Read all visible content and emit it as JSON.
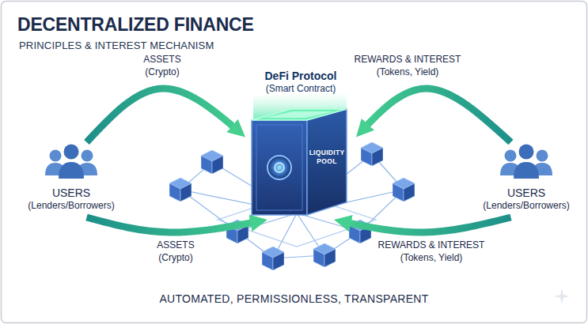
{
  "diagram": {
    "title": "DECENTRALIZED FINANCE",
    "caption": "AUTOMATED, PERMISSIONLESS, TRANSPARENT",
    "nodes": [
      {
        "text": [
          "USERS",
          "(Lenders/Borrowers)"
        ]
      },
      {
        "text": [
          "DeFi Protocol",
          "(Smart Contract)",
          "LIQUIDITY POOL"
        ]
      },
      {
        "text": [
          "USERS",
          "(Lenders/Borrowers)"
        ]
      }
    ],
    "edges": [
      {
        "from": 0,
        "to": 1,
        "label": "ASSETS (Crypto)",
        "arrow": "to"
      },
      {
        "from": 0,
        "to": 1,
        "label": "ASSETS (Crypto)",
        "arrow": "to"
      },
      {
        "from": 2,
        "to": 1,
        "label": "REWARDS & INTEREST (Tokens, Yield)",
        "arrow": "to"
      },
      {
        "from": 2,
        "to": 1,
        "label": "REWARDS & INTEREST (Tokens, Yield)",
        "arrow": "to"
      }
    ],
    "labels": [
      "PRINCIPLES & INTEREST MECHANISM"
    ]
  }
}
